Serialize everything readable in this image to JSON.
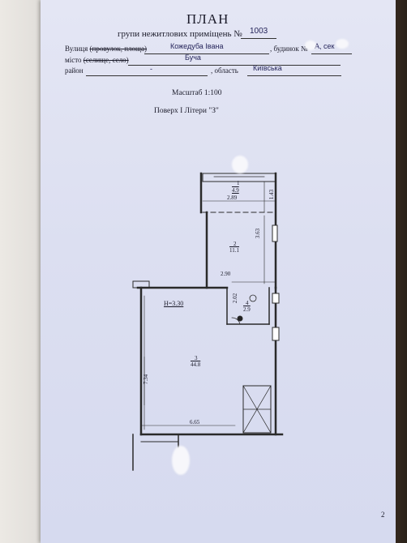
{
  "header": {
    "title": "ПЛАН",
    "subtitle": "групи нежитлових приміщень №",
    "group_number": "1003"
  },
  "address": {
    "street_label_prefix": "Вулиця",
    "street_label_struck": "(провулок, площа)",
    "street_value": "Кожедуба Івана",
    "house_label": ", будинок №",
    "house_value": "A, сек",
    "city_label_prefix": "місто",
    "city_label_struck": "(селище, село)",
    "city_value": "Буча",
    "district_label": "район",
    "district_value": "-",
    "region_label": ", область",
    "region_value": "Київська"
  },
  "scale": "Масштаб 1:100",
  "floor": "Поверх І Літери \"З\"",
  "plan": {
    "rooms": [
      {
        "number": "1",
        "area": "4.9"
      },
      {
        "number": "2",
        "area": "11.1"
      },
      {
        "number": "3",
        "area": "44.8"
      },
      {
        "number": "4",
        "area": "2.9"
      }
    ],
    "dimensions": {
      "room1_width": "2.89",
      "room1_depth": "1.43",
      "room2_depth": "3.63",
      "room2_width": "2.90",
      "room4_depth": "2.02",
      "room3_depth": "7.34",
      "room3_width": "6.65"
    },
    "height_label": "Н=3.30"
  },
  "page_number": "2"
}
